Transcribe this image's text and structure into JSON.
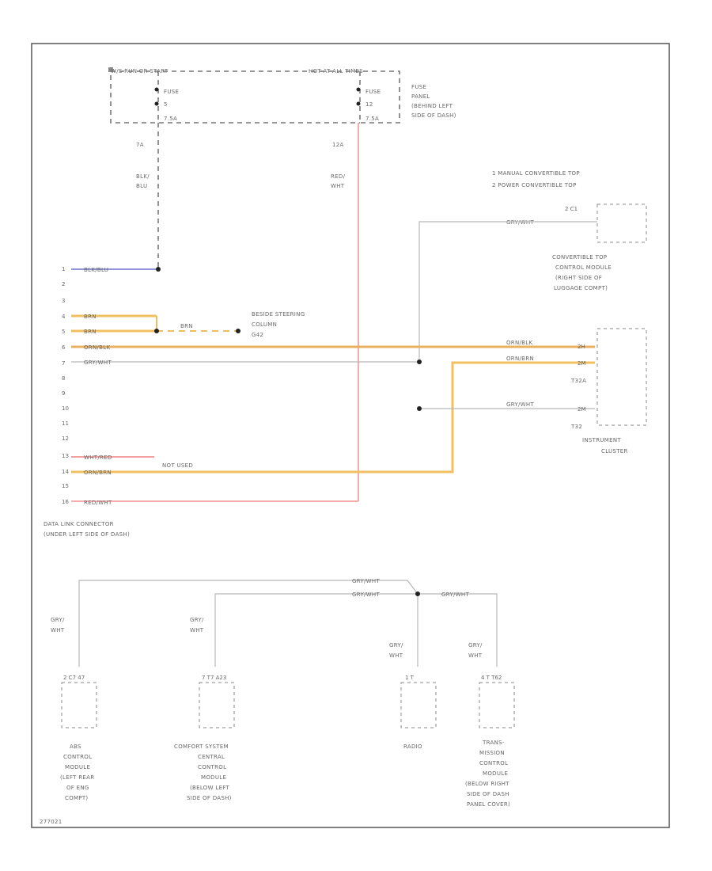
{
  "fuse_panel": {
    "left_header": "W/S RUN OR START",
    "right_header": "HOT AT ALL TIMES",
    "fuse_left_line1": "FUSE",
    "fuse_left_line2": "5",
    "fuse_left_line3": "7.5A",
    "fuse_right_line1": "FUSE",
    "fuse_right_line2": "12",
    "fuse_right_line3": "7.5A",
    "label_line1": "FUSE",
    "label_line2": "PANEL",
    "label_line3": "(BEHIND LEFT",
    "label_line4": "SIDE OF DASH)",
    "pin_left": "7A",
    "pin_right": "12A",
    "wire_left_line1": "BLK/",
    "wire_left_line2": "BLU",
    "wire_right_line1": "RED/",
    "wire_right_line2": "WHT"
  },
  "notes": {
    "line1": "1  MANUAL CONVERTIBLE TOP",
    "line2": "2  POWER CONVERTIBLE TOP"
  },
  "convertible_module": {
    "pins": "2  C1",
    "wire": "GRY/WHT",
    "line1": "CONVERTIBLE TOP",
    "line2": "CONTROL MODULE",
    "line3": "(RIGHT SIDE OF",
    "line4": "LUGGAGE COMPT)"
  },
  "data_link": {
    "rows": [
      {
        "pin": "1",
        "wire": "BLK/BLU"
      },
      {
        "pin": "2",
        "wire": ""
      },
      {
        "pin": "3",
        "wire": ""
      },
      {
        "pin": "4",
        "wire": "BRN"
      },
      {
        "pin": "5",
        "wire": "BRN"
      },
      {
        "pin": "6",
        "wire": "ORN/BLK"
      },
      {
        "pin": "7",
        "wire": "GRY/WHT"
      },
      {
        "pin": "8",
        "wire": ""
      },
      {
        "pin": "9",
        "wire": ""
      },
      {
        "pin": "10",
        "wire": ""
      },
      {
        "pin": "11",
        "wire": ""
      },
      {
        "pin": "12",
        "wire": ""
      },
      {
        "pin": "13",
        "wire": "WHT/RED"
      },
      {
        "pin": "14",
        "wire": "ORN/BRN"
      },
      {
        "pin": "15",
        "wire": ""
      },
      {
        "pin": "16",
        "wire": "RED/WHT"
      }
    ],
    "name_line1": "DATA LINK CONNECTOR",
    "name_line2": "(UNDER LEFT SIDE OF DASH)",
    "not_used": "NOT USED",
    "brn_label": "BRN"
  },
  "ground": {
    "line1": "BESIDE STEERING",
    "line2": "COLUMN",
    "line3": "G42"
  },
  "cluster": {
    "wire1": "ORN/BLK",
    "wire2": "ORN/BRN",
    "wire3": "GRY/WHT",
    "pin1": "2H",
    "pin2": "2M",
    "pin3": "2M",
    "conn1": "T32A",
    "conn2": "T32",
    "line1": "INSTRUMENT",
    "line2": "CLUSTER"
  },
  "bottom": {
    "top_wire1": "GRY/WHT",
    "top_wire2": "GRY/WHT",
    "top_wire3": "GRY/WHT",
    "abs": {
      "wire1": "GRY/",
      "wire2": "WHT",
      "pins": "2  C7  47",
      "line1": "ABS",
      "line2": "CONTROL",
      "line3": "MODULE",
      "line4": "(LEFT REAR",
      "line5": "OF ENG",
      "line6": "COMPT)"
    },
    "comfort": {
      "wire1": "GRY/",
      "wire2": "WHT",
      "pins": "7  T7  A23",
      "line1": "COMFORT SYSTEM",
      "line2": "CENTRAL",
      "line3": "CONTROL",
      "line4": "MODULE",
      "line5": "(BELOW LEFT",
      "line6": "SIDE OF DASH)"
    },
    "radio": {
      "wire1": "GRY/",
      "wire2": "WHT",
      "pins": "1  T",
      "line1": "RADIO"
    },
    "trans": {
      "wire1": "GRY/",
      "wire2": "WHT",
      "pins": "4  T  T62",
      "line1": "TRANS-",
      "line2": "MISSION",
      "line3": "CONTROL",
      "line4": "MODULE",
      "line5": "(BELOW RIGHT",
      "line6": "SIDE OF DASH",
      "line7": "PANEL COVER)"
    }
  },
  "figure_id": "277021"
}
